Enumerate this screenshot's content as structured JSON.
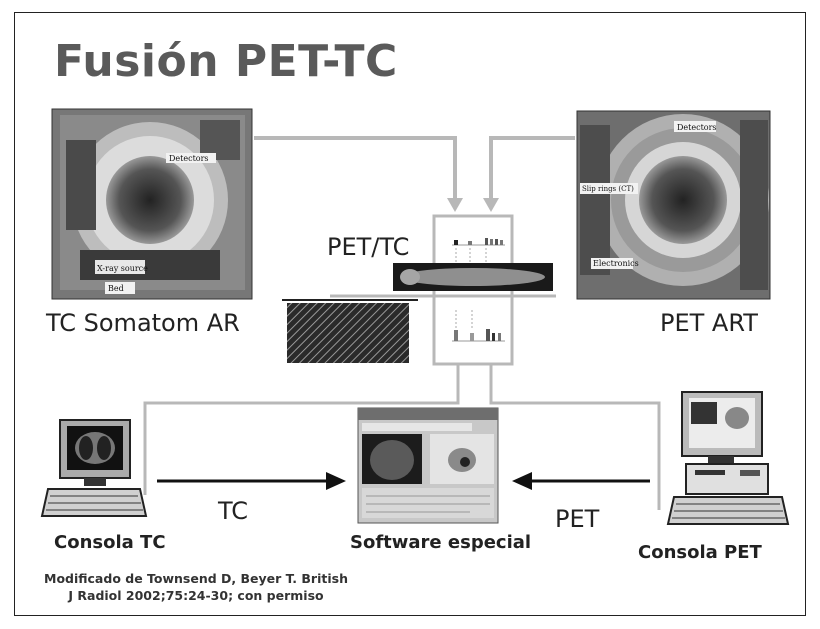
{
  "title": "Fusión PET-TC",
  "labels": {
    "pet_tc": "PET/TC",
    "tc_scanner": "TC Somatom AR",
    "pet_scanner": "PET ART",
    "tc": "TC",
    "pet": "PET",
    "consola_tc": "Consola TC",
    "software": "Software especial",
    "consola_pet": "Consola PET"
  },
  "photo_labels": {
    "tc_detectors": "Detectors",
    "tc_xray": "X-ray source",
    "tc_bed": "Bed",
    "pet_detectors": "Detectors",
    "pet_slip": "Slip rings (CT)",
    "pet_electronics": "Electronics"
  },
  "citation": {
    "line1": "Modificado de Townsend D, Beyer T. British",
    "line2": "J Radiol 2002;75:24-30; con permiso"
  },
  "colors": {
    "connector": "#b8b8b8",
    "arrow": "#111111",
    "title": "#5a5a5a"
  }
}
